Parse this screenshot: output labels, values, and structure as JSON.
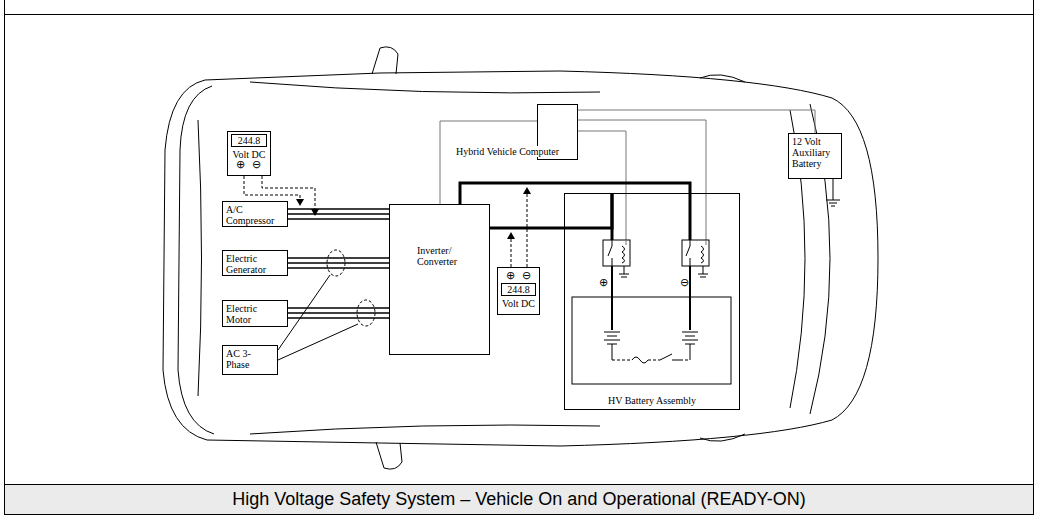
{
  "diagram": {
    "caption": "High Voltage Safety System – Vehicle On and Operational (READY-ON)",
    "nodes": [
      {
        "text": [
          "244.8",
          "Volt DC"
        ]
      },
      {
        "text": [
          "Hybrid Vehicle Computer"
        ]
      },
      {
        "text": [
          "12 Volt Auxiliary Battery"
        ]
      },
      {
        "text": [
          "A/C Compressor"
        ]
      },
      {
        "text": [
          "Electric Generator"
        ]
      },
      {
        "text": [
          "Electric Motor"
        ]
      },
      {
        "text": [
          "Inverter/ Converter"
        ]
      },
      {
        "text": [
          "244.8",
          "Volt DC"
        ]
      },
      {
        "text": [
          "HV Battery Assembly"
        ]
      },
      {
        "text": [
          "AC 3-Phase"
        ]
      }
    ],
    "edges": [
      {
        "from": 1,
        "to": 2,
        "arrow": "none"
      },
      {
        "from": 1,
        "to": 8,
        "arrow": "none"
      },
      {
        "from": 1,
        "to": 8,
        "arrow": "none"
      },
      {
        "from": 1,
        "to": 6,
        "arrow": "none"
      },
      {
        "from": 6,
        "to": 8,
        "arrow": "none"
      },
      {
        "from": 6,
        "to": 8,
        "arrow": "none"
      },
      {
        "from": 6,
        "to": 3,
        "arrow": "none"
      },
      {
        "from": 6,
        "to": 4,
        "arrow": "none"
      },
      {
        "from": 6,
        "to": 5,
        "arrow": "none"
      }
    ],
    "labels": [
      "⊕",
      "⊖",
      "⊕",
      "⊖",
      "⊕",
      "⊖"
    ]
  }
}
